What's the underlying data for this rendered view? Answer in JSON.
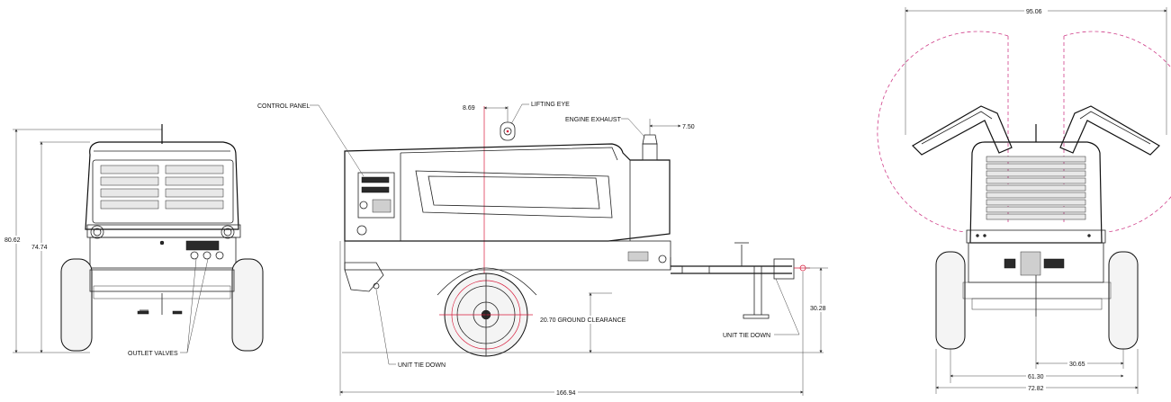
{
  "front_view": {
    "height_overall": "80.62",
    "height_body": "74.74",
    "outlet_valves_label": "OUTLET VALVES"
  },
  "side_view": {
    "control_panel_label": "CONTROL PANEL",
    "lifting_eye_label": "LIFTING EYE",
    "lifting_eye_offset": "8.69",
    "engine_exhaust_label": "ENGINE EXHAUST",
    "exhaust_offset": "7.50",
    "ground_clearance_label": "20.70 GROUND CLEARANCE",
    "hitch_height": "30.28",
    "unit_tie_down_rear": "UNIT TIE DOWN",
    "unit_tie_down_front": "UNIT TIE DOWN",
    "overall_length": "166.94"
  },
  "rear_view": {
    "doors_open_width": "95.06",
    "half_track": "30.65",
    "track_width": "61.30",
    "overall_width": "72.82"
  },
  "colors": {
    "line": "#222222",
    "centerline": "#d81b3b",
    "door_swing": "#d0408a"
  }
}
